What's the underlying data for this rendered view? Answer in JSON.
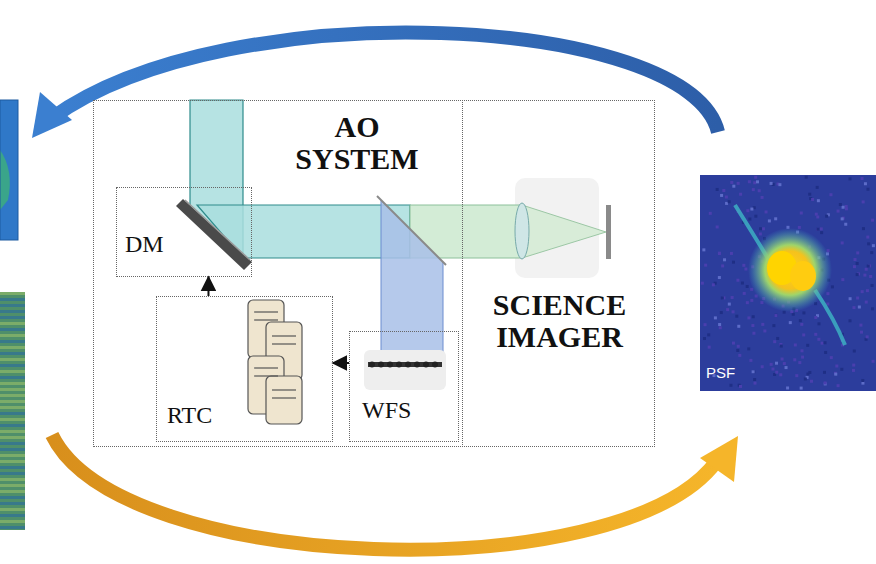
{
  "diagram": {
    "nodes": [
      {
        "text": [
          "AO SYSTEM"
        ]
      },
      {
        "text": [
          "DM"
        ],
        "in": 0
      },
      {
        "text": [
          "RTC"
        ],
        "in": 0
      },
      {
        "text": [
          "WFS"
        ],
        "in": 0
      },
      {
        "text": [
          "SCIENCE IMAGER"
        ]
      },
      {
        "text": [
          "PSF"
        ]
      }
    ],
    "edges": [
      {
        "from": 3,
        "to": 2,
        "arrow": "to"
      },
      {
        "from": 2,
        "to": 1,
        "arrow": "to"
      }
    ]
  }
}
